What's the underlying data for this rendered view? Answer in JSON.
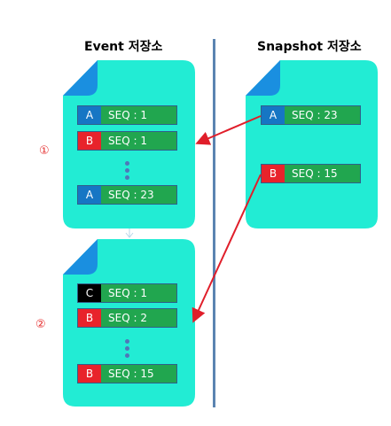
{
  "event_title": "Event 저장소",
  "snapshot_title": "Snapshot 저장소",
  "step1": "①",
  "step2": "②",
  "colors": {
    "doc_fill": "#22ecd4",
    "fold": "#1a8fe0",
    "seq": "#21a64f",
    "A": "#1676c4",
    "B": "#e8232b",
    "C": "#000000",
    "arrow": "#e01e2a",
    "divider": "#5b84b1"
  },
  "event_doc1": [
    {
      "tag": "A",
      "seq": "SEQ : 1"
    },
    {
      "tag": "B",
      "seq": "SEQ : 1"
    },
    {
      "tag": "A",
      "seq": "SEQ : 23"
    }
  ],
  "event_doc2": [
    {
      "tag": "C",
      "seq": "SEQ : 1"
    },
    {
      "tag": "B",
      "seq": "SEQ : 2"
    },
    {
      "tag": "B",
      "seq": "SEQ : 15"
    }
  ],
  "snapshot_doc": [
    {
      "tag": "A",
      "seq": "SEQ : 23"
    },
    {
      "tag": "B",
      "seq": "SEQ : 15"
    }
  ]
}
